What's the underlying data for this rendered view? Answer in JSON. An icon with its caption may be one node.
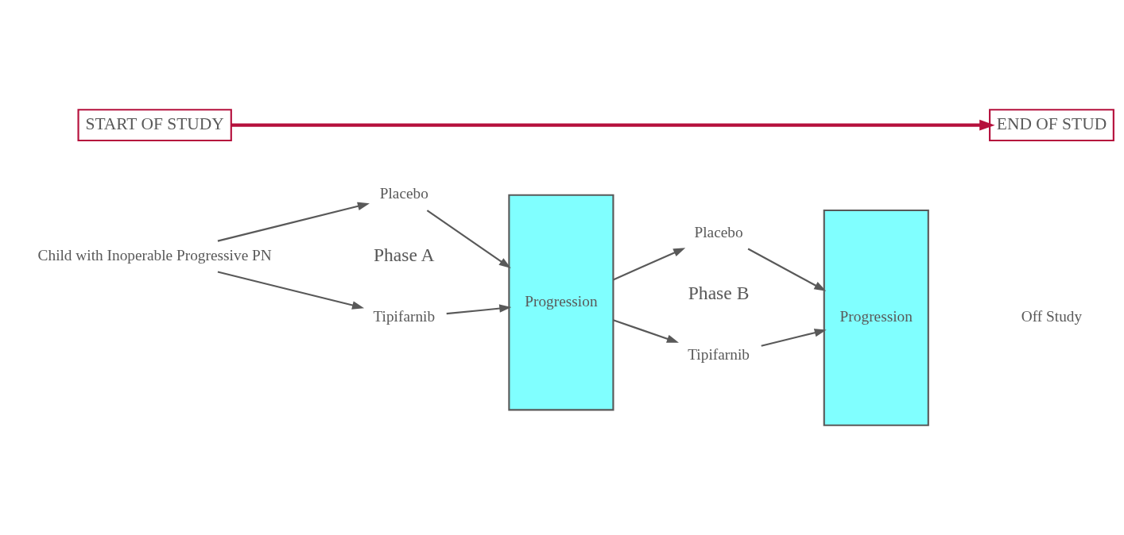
{
  "diagram": {
    "nodes": [
      {
        "text": [
          "Child with Inoperable Progressive PN"
        ]
      },
      {
        "text": [
          "Tipifarnib"
        ]
      },
      {
        "text": [
          "Placebo"
        ]
      },
      {
        "text": [
          "Progression"
        ]
      },
      {
        "text": [
          "Tipifarnib"
        ]
      },
      {
        "text": [
          "Placebo"
        ]
      },
      {
        "text": [
          "Progression"
        ]
      },
      {
        "text": [
          "Off Study"
        ]
      },
      {
        "text": [
          "START OF STUDY"
        ]
      },
      {
        "text": [
          "END OF STUD"
        ]
      }
    ],
    "edges": [
      {
        "from": 0,
        "to": 1,
        "arrow": "to"
      },
      {
        "from": 0,
        "to": 2,
        "arrow": "to"
      },
      {
        "from": 1,
        "to": 3,
        "arrow": "to"
      },
      {
        "from": 2,
        "to": 3,
        "arrow": "to"
      },
      {
        "from": 3,
        "to": 4,
        "arrow": "to"
      },
      {
        "from": 3,
        "to": 5,
        "arrow": "to"
      },
      {
        "from": 4,
        "to": 6,
        "arrow": "to"
      },
      {
        "from": 5,
        "to": 6,
        "arrow": "to"
      },
      {
        "from": 8,
        "to": 9,
        "arrow": "to",
        "style": "thick",
        "color": "#b5103c"
      }
    ],
    "labels": [
      "Phase A",
      "Phase B"
    ]
  }
}
